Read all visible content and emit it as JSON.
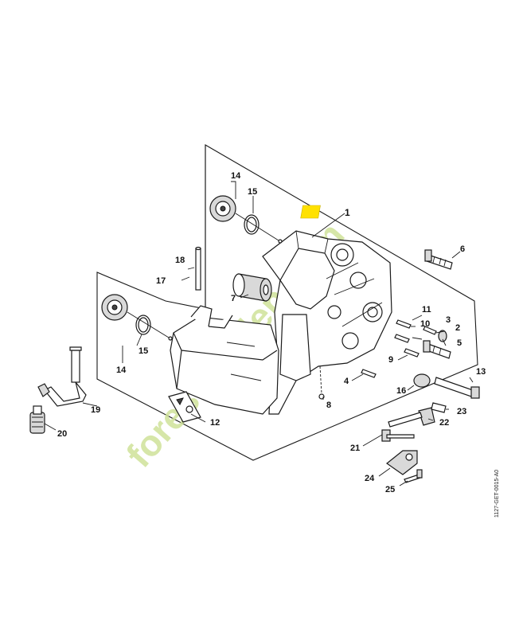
{
  "diagram": {
    "highlight_color": "#ffe100",
    "watermark_color": "#cfe29a",
    "watermark": "forestgarden.com",
    "drawing_code": "1127-GET-0015-A0",
    "callouts": [
      {
        "id": "c1",
        "label": "1",
        "highlighted": true
      },
      {
        "id": "c2",
        "label": "2"
      },
      {
        "id": "c3",
        "label": "3"
      },
      {
        "id": "c4",
        "label": "4"
      },
      {
        "id": "c5",
        "label": "5"
      },
      {
        "id": "c6",
        "label": "6"
      },
      {
        "id": "c7",
        "label": "7"
      },
      {
        "id": "c8",
        "label": "8"
      },
      {
        "id": "c9",
        "label": "9"
      },
      {
        "id": "c10",
        "label": "10"
      },
      {
        "id": "c11",
        "label": "11"
      },
      {
        "id": "c12",
        "label": "12"
      },
      {
        "id": "c13",
        "label": "13"
      },
      {
        "id": "c14a",
        "label": "14"
      },
      {
        "id": "c14b",
        "label": "14"
      },
      {
        "id": "c15a",
        "label": "15"
      },
      {
        "id": "c15b",
        "label": "15"
      },
      {
        "id": "c16",
        "label": "16"
      },
      {
        "id": "c17",
        "label": "17"
      },
      {
        "id": "c18",
        "label": "18"
      },
      {
        "id": "c19",
        "label": "19"
      },
      {
        "id": "c20",
        "label": "20"
      },
      {
        "id": "c21",
        "label": "21"
      },
      {
        "id": "c22",
        "label": "22"
      },
      {
        "id": "c23",
        "label": "23"
      },
      {
        "id": "c24",
        "label": "24"
      },
      {
        "id": "c25",
        "label": "25"
      }
    ]
  }
}
